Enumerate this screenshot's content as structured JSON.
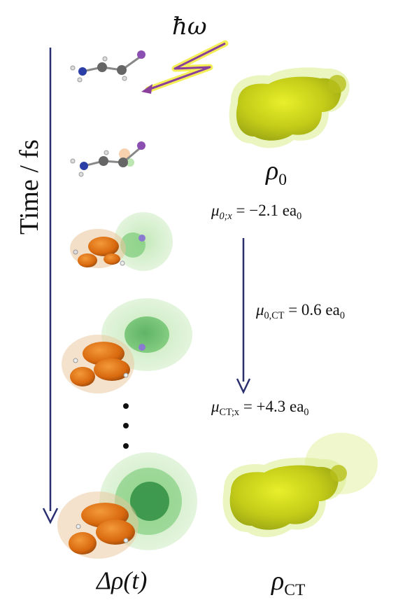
{
  "axis": {
    "time_label": "Time / fs"
  },
  "photon": {
    "label": "ħω"
  },
  "densities": {
    "rho0": {
      "symbol": "ρ",
      "sub": "0"
    },
    "rhoCT": {
      "symbol": "ρ",
      "sub": "CT"
    },
    "delta_rho": {
      "text": "Δρ(t)"
    }
  },
  "dipoles": {
    "mu0x": {
      "symbol": "μ",
      "sub": "0;x",
      "value": " = −2.1 ea",
      "unit_sub": "0"
    },
    "mu0CT": {
      "symbol": "μ",
      "sub": "0,CT",
      "value": " = 0.6 ea",
      "unit_sub": "0"
    },
    "muCTx": {
      "symbol": "μ",
      "sub": "CT;x",
      "value": " = +4.3 ea",
      "unit_sub": "0"
    }
  },
  "colors": {
    "arrow": "#2a2f6e",
    "orbital_orange": "#d9690f",
    "orbital_green": "#3fae4e",
    "density_yellow": "#c8d21a",
    "photon_glow": "#f3ec3a",
    "photon_arrow": "#8a3f9a"
  }
}
